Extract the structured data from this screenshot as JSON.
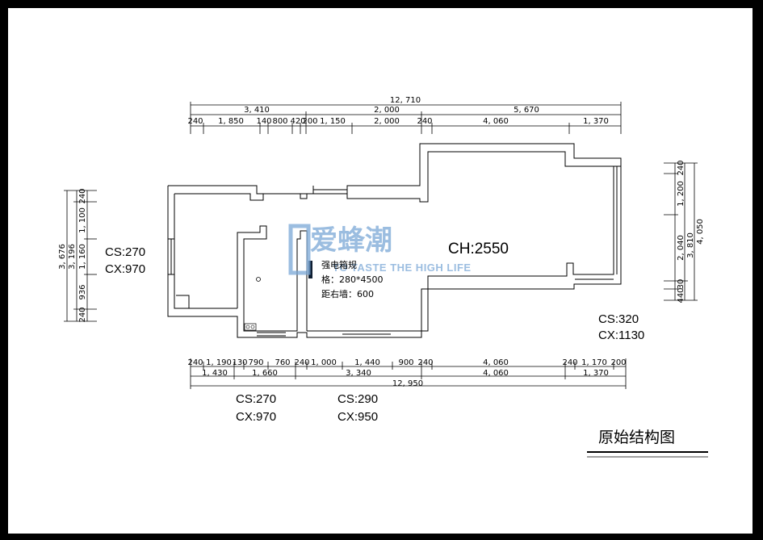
{
  "title": "原始结构图",
  "top_dims": {
    "overall": "12, 710",
    "row1": [
      "3, 410",
      "2, 000",
      "5, 670"
    ],
    "row2": [
      "240",
      "1, 850",
      "140",
      "800",
      "420",
      "200",
      "1, 150",
      "2, 000",
      "240",
      "4, 060",
      "1, 370"
    ]
  },
  "bottom_dims": {
    "row1": [
      "240",
      "1, 190",
      "130",
      "790",
      "760",
      "240",
      "1, 000",
      "1, 440",
      "900",
      "240",
      "4, 060",
      "240",
      "1, 170",
      "200"
    ],
    "row2": [
      "1, 430",
      "1, 660",
      "3, 340",
      "4, 060",
      "1, 370"
    ],
    "overall": "12, 950"
  },
  "left_dims": [
    "3, 676",
    "3, 196",
    "240",
    "1, 100",
    "1, 160",
    "936",
    "240"
  ],
  "right_dims": [
    "240",
    "1, 200",
    "2, 040",
    "3, 810",
    "4, 050",
    "440",
    "30"
  ],
  "notes": {
    "left_cs": "CS:270",
    "left_cx": "CX:970",
    "right_cs": "CS:320",
    "right_cx": "CX:1130",
    "bottom1_cs": "CS:270",
    "bottom1_cx": "CX:970",
    "bottom2_cs": "CS:290",
    "bottom2_cx": "CX:950",
    "ceiling": "CH:2550"
  },
  "panel_note": {
    "line1": "强电箱规",
    "line2": "格：280*4500",
    "line3": "距右墙：600"
  },
  "watermark": {
    "brand": "爱蜂潮",
    "slogan": "TO TASTE THE HIGH LIFE"
  }
}
